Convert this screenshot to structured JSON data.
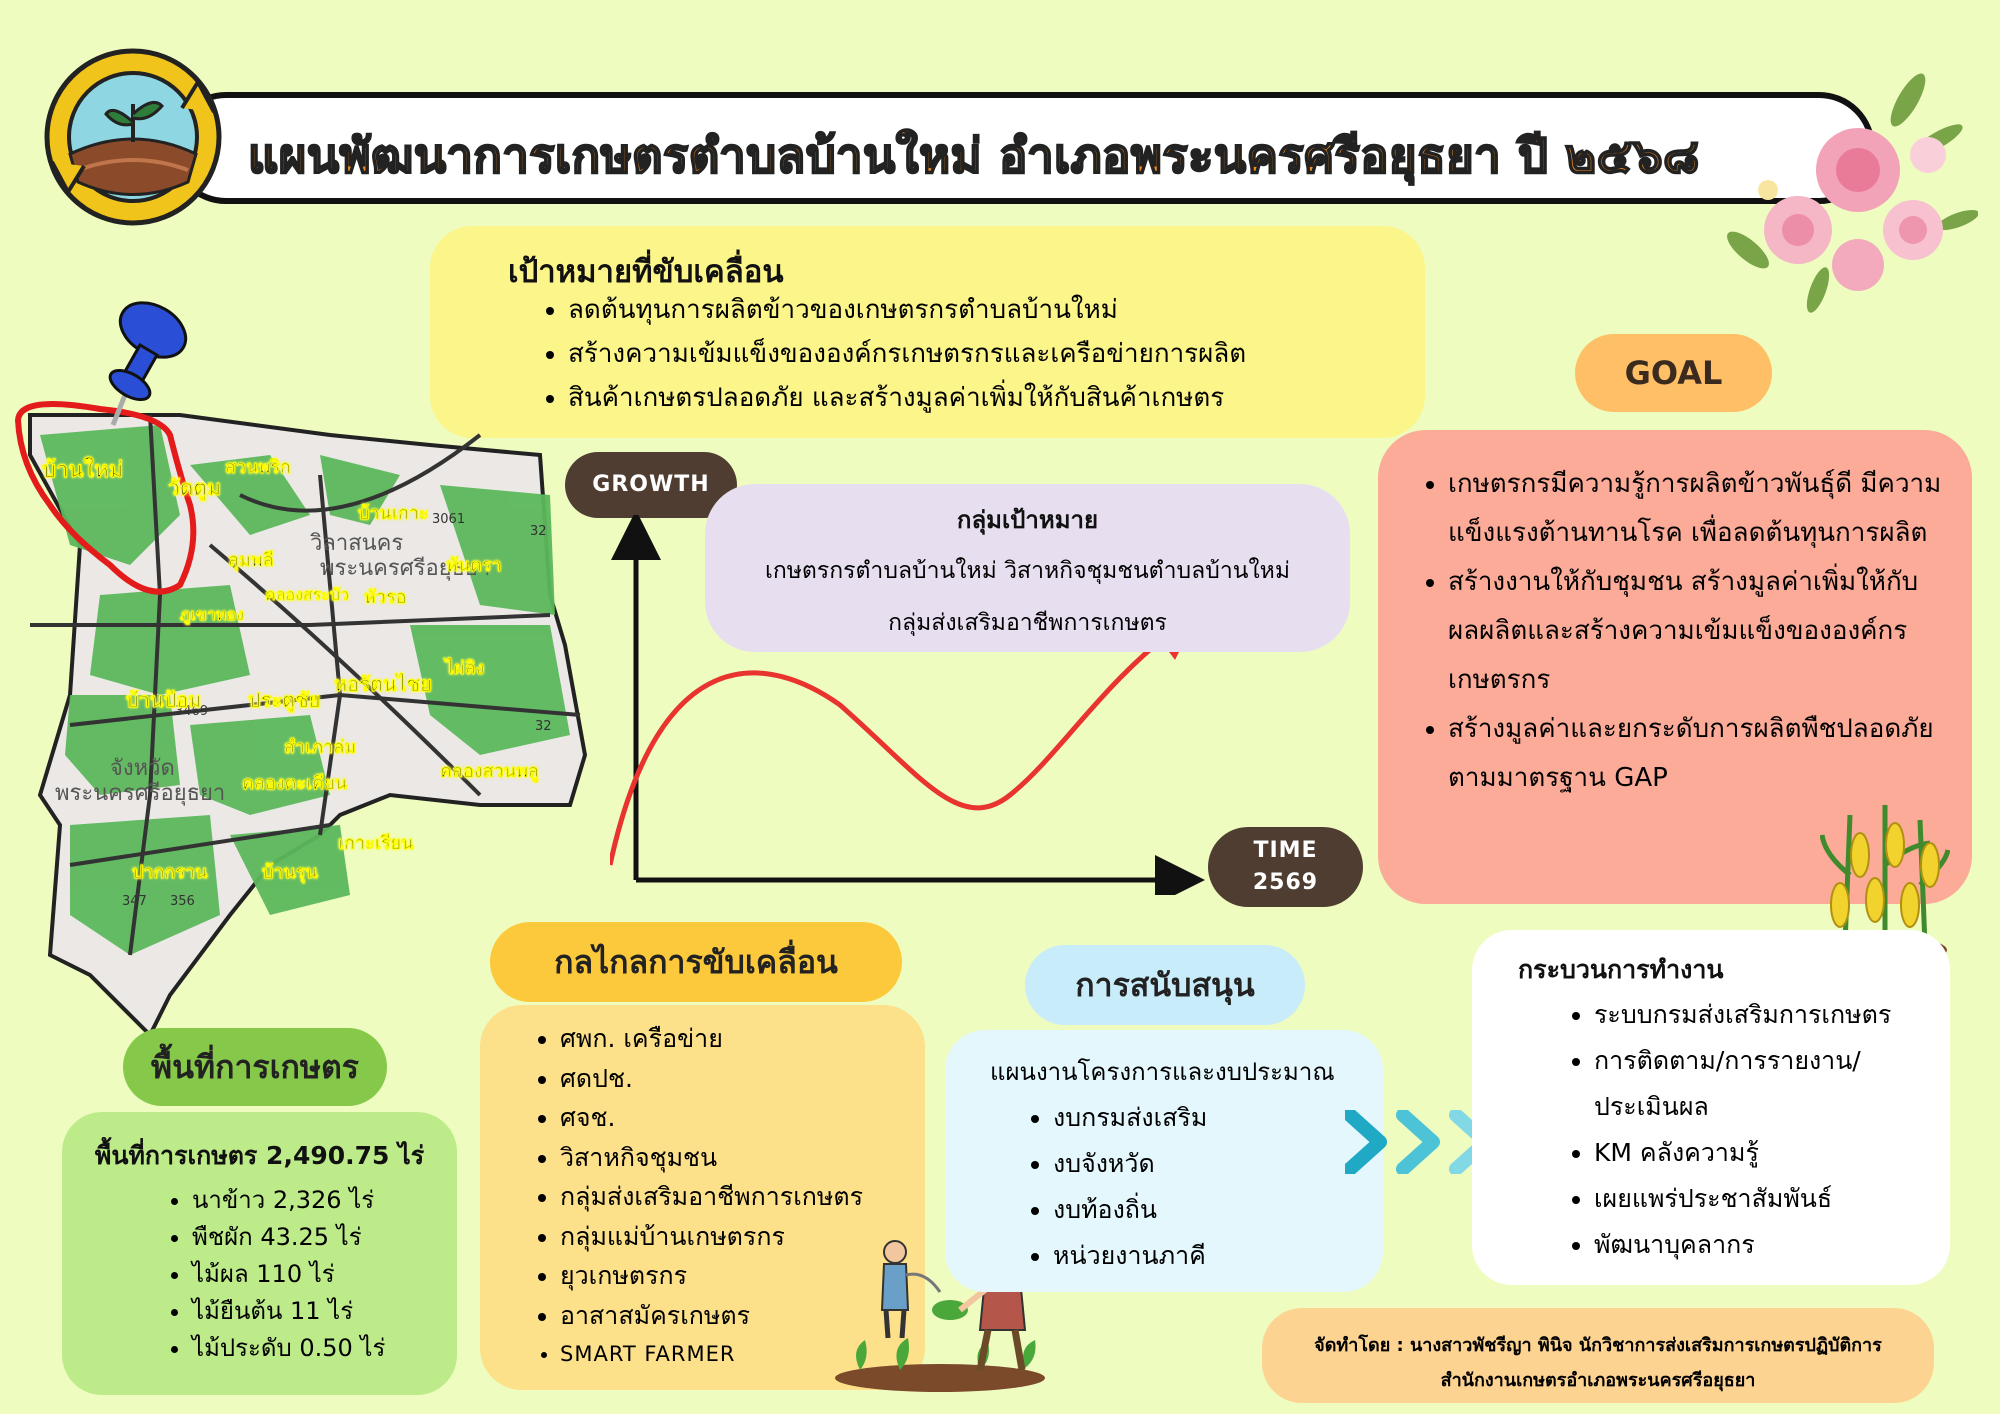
{
  "title": "แผนพัฒนาการเกษตรตำบลบ้านใหม่  อำเภอพระนครศรีอยุธยา  ปี ๒๕๖๘",
  "driving_goals": {
    "heading": "เป้าหมายที่ขับเคลื่อน",
    "items": [
      "ลดต้นทุนการผลิตข้าวของเกษตรกรตำบลบ้านใหม่",
      "สร้างความเข้มแข็งขององค์กรเกษตรกรและเครือข่ายการผลิต",
      "สินค้าเกษตรปลอดภัย และสร้างมูลค่าเพิ่มให้กับสินค้าเกษตร"
    ]
  },
  "graph": {
    "growth_label": "GROWTH",
    "time_label_line1": "TIME",
    "time_label_line2": "2569"
  },
  "target_group": {
    "heading": "กลุ่มเป้าหมาย",
    "line1": "เกษตรกรตำบลบ้านใหม่  วิสาหกิจชุมชนตำบลบ้านใหม่",
    "line2": "กลุ่มส่งเสริมอาชีพการเกษตร"
  },
  "goal": {
    "label": "GOAL",
    "items": [
      " เกษตรกรมีความรู้การผลิตข้าวพันธุ์ดี มีความแข็งแรงต้านทานโรค เพื่อลดต้นทุนการผลิต",
      "สร้างงานให้กับชุมชน สร้างมูลค่าเพิ่มให้กับผลผลิตและสร้างความเข้มแข็งขององค์กรเกษตรกร",
      "สร้างมูลค่าและยกระดับการผลิตพืชปลอดภัยตามมาตรฐาน GAP"
    ]
  },
  "mechanism": {
    "label": "กลไกลการขับเคลื่อน",
    "items": [
      "ศพก. เครือข่าย",
      "ศดปช.",
      "ศจช.",
      "วิสาหกิจชุมชน",
      "กลุ่มส่งเสริมอาชีพการเกษตร",
      "กลุ่มแม่บ้านเกษตรกร",
      "ยุวเกษตรกร",
      "อาสาสมัครเกษตร",
      "SMART FARMER"
    ]
  },
  "support": {
    "label": "การสนับสนุน",
    "heading": "แผนงานโครงการและงบประมาณ",
    "items": [
      "งบกรมส่งเสริม",
      "งบจังหวัด",
      "งบท้องถิ่น",
      "หน่วยงานภาคี"
    ]
  },
  "process": {
    "heading": "กระบวนการทำงาน",
    "items": [
      "ระบบกรมส่งเสริมการเกษตร",
      "การติดตาม/การรายงาน/ประเมินผล",
      "KM คลังความรู้",
      "เผยแพร่ประชาสัมพันธ์",
      "พัฒนาบุคลากร"
    ]
  },
  "area": {
    "label": "พื้นที่การเกษตร",
    "heading": "พื้นที่การเกษตร 2,490.75 ไร่",
    "items": [
      "นาข้าว 2,326 ไร่",
      "พืชผัก 43.25 ไร่",
      "ไม้ผล 110 ไร่",
      "ไม้ยืนต้น 11 ไร่",
      "ไม้ประดับ 0.50 ไร่"
    ]
  },
  "map": {
    "labels": {
      "ban_mai": "บ้านใหม่",
      "suan_phrik": "สวนพริก",
      "wat_tum": "วัดตูม",
      "ban_ko": "บ้านเกาะ",
      "lumphli": "ลุมพลี",
      "hantra": "หันตรา",
      "khlong_sa_bua": "คลองสระบัว",
      "hua_ro": "หัวรอ",
      "phu_khao_thong": "ภูเขาทอง",
      "phai_ling": "ไผ่ลิง",
      "ban_pom": "บ้านป้อม",
      "pratu_chai": "ประตูชัย",
      "ho_rattanachai": "หอรัตนไชย",
      "samphao_lom": "สำเภาล่ม",
      "khlong_ta_khian": "คลองตะเคียน",
      "khlong_suan_phlu": "คลองสวนพลู",
      "ko_rian": "เกาะเรียน",
      "pak_kran": "ปากกราน",
      "ban_run": "บ้านรุน"
    },
    "background_text": {
      "pranakhon": "พระนครศรีอยุธยา",
      "wilanakhon": "วิลาสนคร",
      "changwat": "จังหวัด",
      "changwat2": "พระนครศรีอยุธยา",
      "road_3061": "3061",
      "road_32": "32",
      "road_32b": "32",
      "road_3469": "3469",
      "road_347": "347",
      "road_356": "356"
    }
  },
  "credit": {
    "line1": "จัดทำโดย : นางสาวพัชรีญา พินิจ นักวิชาการส่งเสริมการเกษตรปฏิบัติการ",
    "line2": "สำนักงานเกษตรอำเภอพระนครศรีอยุธยา"
  },
  "colors": {
    "background": "#eefcc0",
    "title_text": "#f08a1c",
    "curve": "#e8332e",
    "chevrons": "#2bb3c8"
  }
}
